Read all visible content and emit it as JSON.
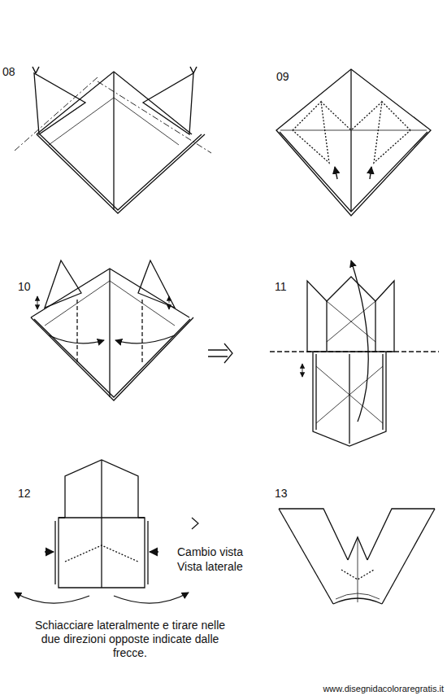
{
  "diagram": {
    "labels": [
      "08",
      "09",
      "10",
      "11",
      "12",
      "13",
      "Cambio vista",
      "Vista laterale",
      "Schiacciare lateralmente e tirare nelle due direzioni opposte indicate dalle frecce.",
      "www.disegnidacoloraregratis.it"
    ]
  }
}
